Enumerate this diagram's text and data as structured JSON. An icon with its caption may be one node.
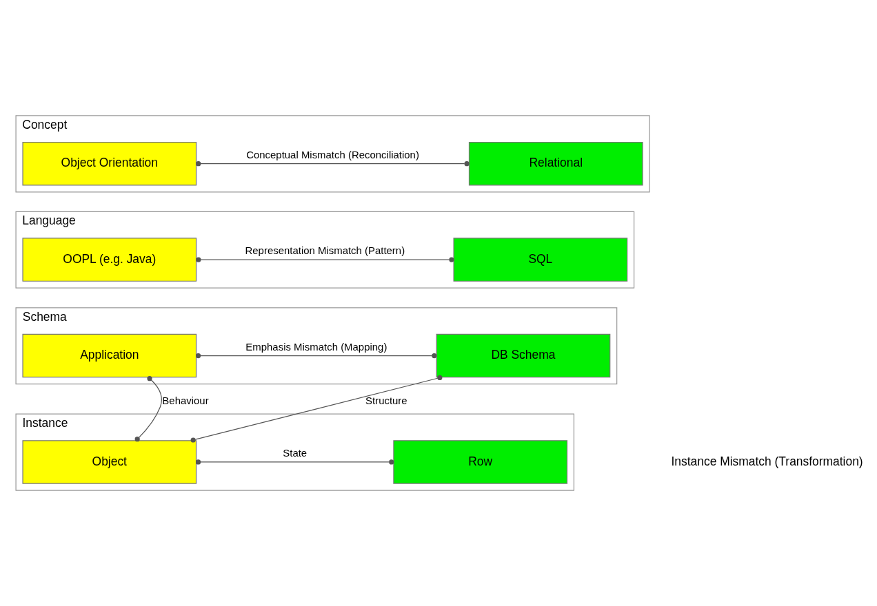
{
  "diagram": {
    "nodes": [
      {
        "text": [
          "Concept"
        ]
      },
      {
        "text": [
          "Object Orientation"
        ],
        "in": 0
      },
      {
        "text": [
          "Relational"
        ],
        "in": 0
      },
      {
        "text": [
          "Language"
        ]
      },
      {
        "text": [
          "OOPL (e.g. Java)"
        ],
        "in": 3
      },
      {
        "text": [
          "SQL"
        ],
        "in": 3
      },
      {
        "text": [
          "Schema"
        ]
      },
      {
        "text": [
          "Application"
        ],
        "in": 6
      },
      {
        "text": [
          "DB Schema"
        ],
        "in": 6
      },
      {
        "text": [
          "Instance"
        ]
      },
      {
        "text": [
          "Object"
        ],
        "in": 9
      },
      {
        "text": [
          "Row"
        ],
        "in": 9
      }
    ],
    "edges": [
      {
        "from": 1,
        "to": 2,
        "arrow": "other",
        "label": "Conceptual Mismatch (Reconciliation)"
      },
      {
        "from": 4,
        "to": 5,
        "arrow": "other",
        "label": "Representation Mismatch (Pattern)"
      },
      {
        "from": 7,
        "to": 8,
        "arrow": "other",
        "label": "Emphasis Mismatch (Mapping)"
      },
      {
        "from": 7,
        "to": 10,
        "arrow": "other",
        "label": "Behaviour"
      },
      {
        "from": 10,
        "to": 8,
        "arrow": "other",
        "label": "Structure"
      },
      {
        "from": 10,
        "to": 11,
        "arrow": "other",
        "label": "State"
      }
    ],
    "labels": [
      "Instance Mismatch (Transformation)"
    ]
  }
}
